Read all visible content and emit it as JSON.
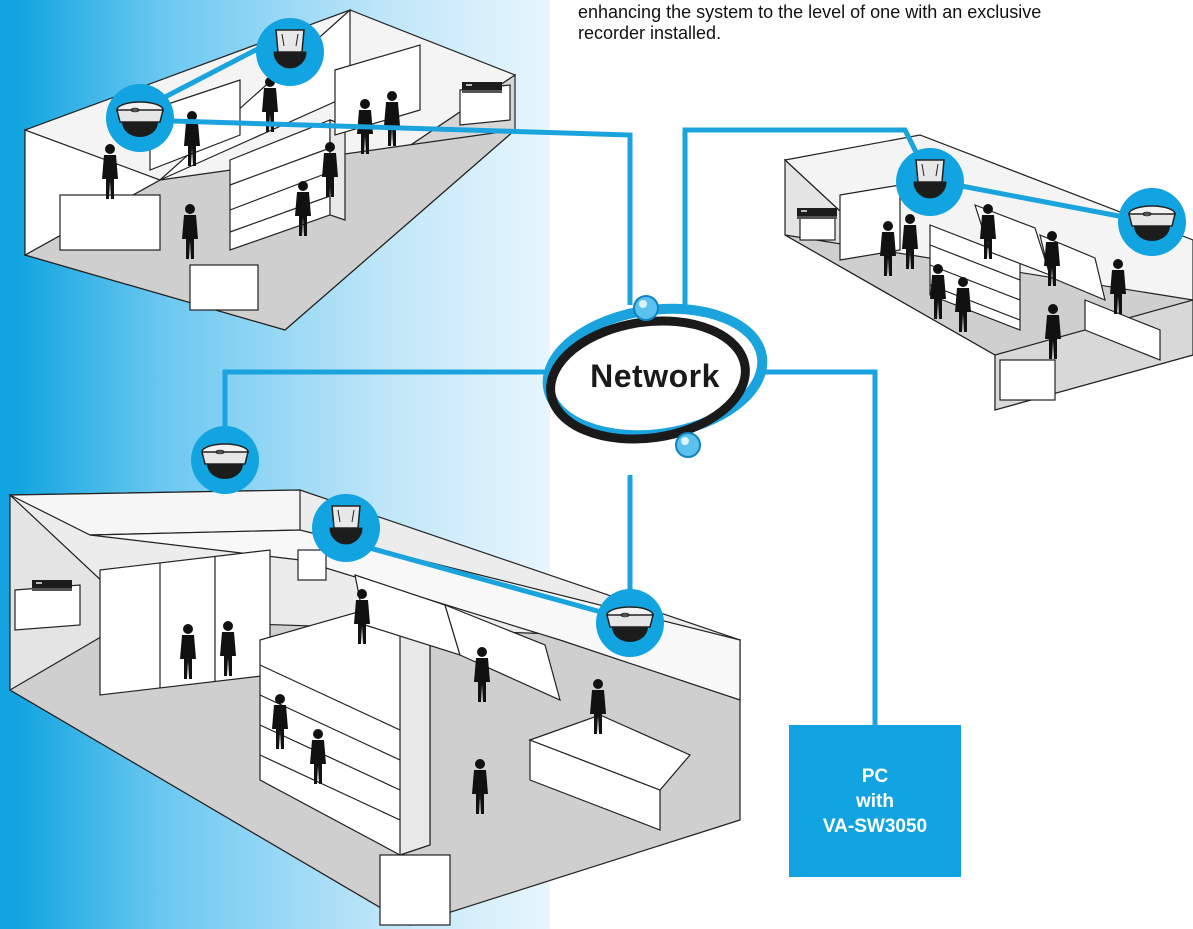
{
  "description": "enhancing the system to the level of one with an exclusive\nrecorder installed.",
  "network": {
    "label": "Network"
  },
  "pc": {
    "label": "PC\nwith\nVA-SW3050"
  },
  "colors": {
    "accent_blue": "#12a4e0",
    "line_blue": "#1aa3dd",
    "dark": "#1a1a1a",
    "outline": "#222222"
  },
  "icons": [
    "dome-camera-icon",
    "recorder-icon",
    "person-silhouette-icon"
  ]
}
